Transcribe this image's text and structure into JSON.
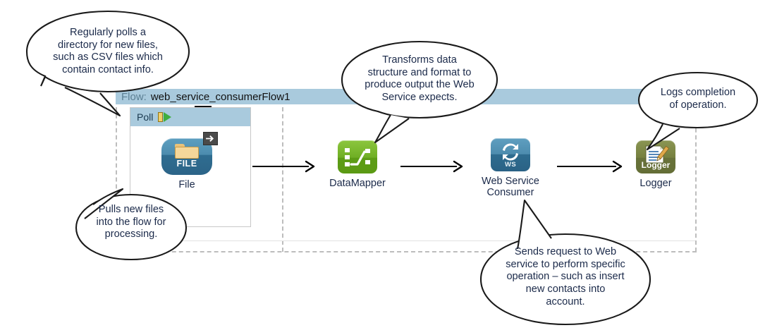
{
  "flow": {
    "header_label": "Flow:",
    "header_name": "web_service_consumerFlow1"
  },
  "scope": {
    "title": "Poll",
    "icon": "poll-play-icon"
  },
  "nodes": [
    {
      "id": "file",
      "label": "File",
      "icon": "file-endpoint-icon",
      "icon_text": "FILE",
      "badge": "outbound-arrow-badge"
    },
    {
      "id": "datamapper",
      "label": "DataMapper",
      "icon": "datamapper-icon",
      "icon_text": ""
    },
    {
      "id": "web-service-consumer",
      "label": "Web Service\nConsumer",
      "icon": "web-service-consumer-icon",
      "icon_text": "WS"
    },
    {
      "id": "logger",
      "label": "Logger",
      "icon": "logger-icon",
      "icon_text": "Logger"
    }
  ],
  "callouts": [
    {
      "id": "file-poll-description",
      "text": "Regularly polls a\ndirectory for new files,\nsuch as CSV files which\ncontain contact info."
    },
    {
      "id": "datamapper-description",
      "text": "Transforms data\nstructure and format to\nproduce output the Web\nService expects."
    },
    {
      "id": "logger-description",
      "text": "Logs completion\nof operation."
    },
    {
      "id": "file-inbound-description",
      "text": "Pulls new files\ninto the flow for\nprocessing."
    },
    {
      "id": "web-service-description",
      "text": "Sends request to Web\nservice to perform specific\noperation – such as insert\nnew contacts into\naccount."
    }
  ],
  "colors": {
    "header_blue": "#a9cadd",
    "lane_dashed": "#bdbdbd",
    "datamapper_green": "#6fae24",
    "file_blue": "#4c8cae",
    "logger_olive": "#76803f",
    "label_text": "#1b2a4a"
  }
}
